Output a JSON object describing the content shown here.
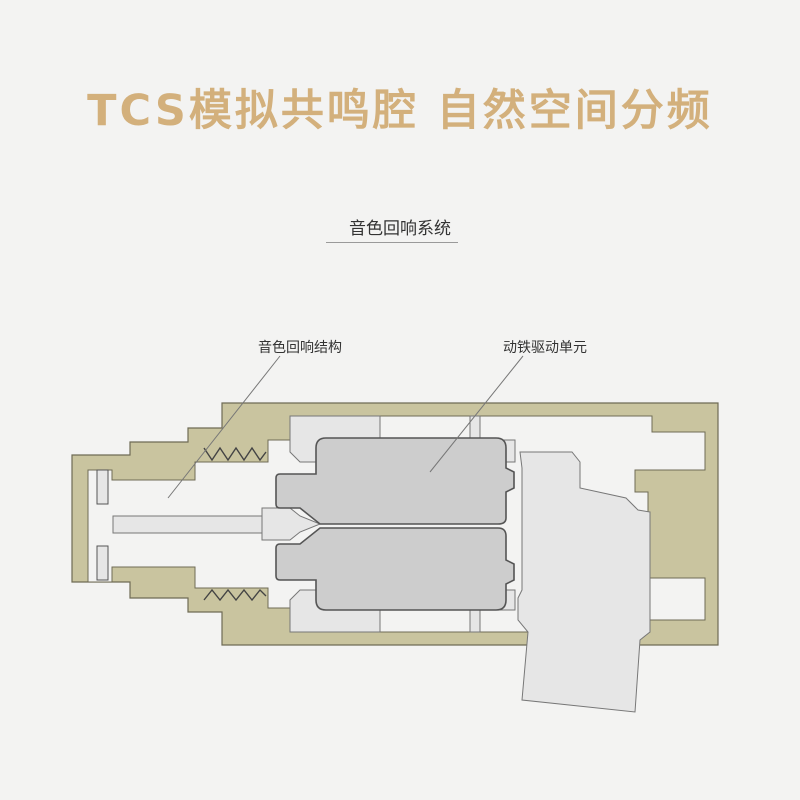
{
  "headline": "TCS模拟共鸣腔 自然空间分频",
  "section": {
    "title": "音色回响系统"
  },
  "callouts": {
    "left": "音色回响结构",
    "right": "动铁驱动单元"
  },
  "colors": {
    "headline": "#d3b07c",
    "housing": "#c9c49f",
    "housing_stroke": "#6f6b55",
    "driver": "#cdcdcd",
    "driver_stroke": "#555555",
    "light_part": "#e6e6e6",
    "background": "#f3f3f2"
  }
}
